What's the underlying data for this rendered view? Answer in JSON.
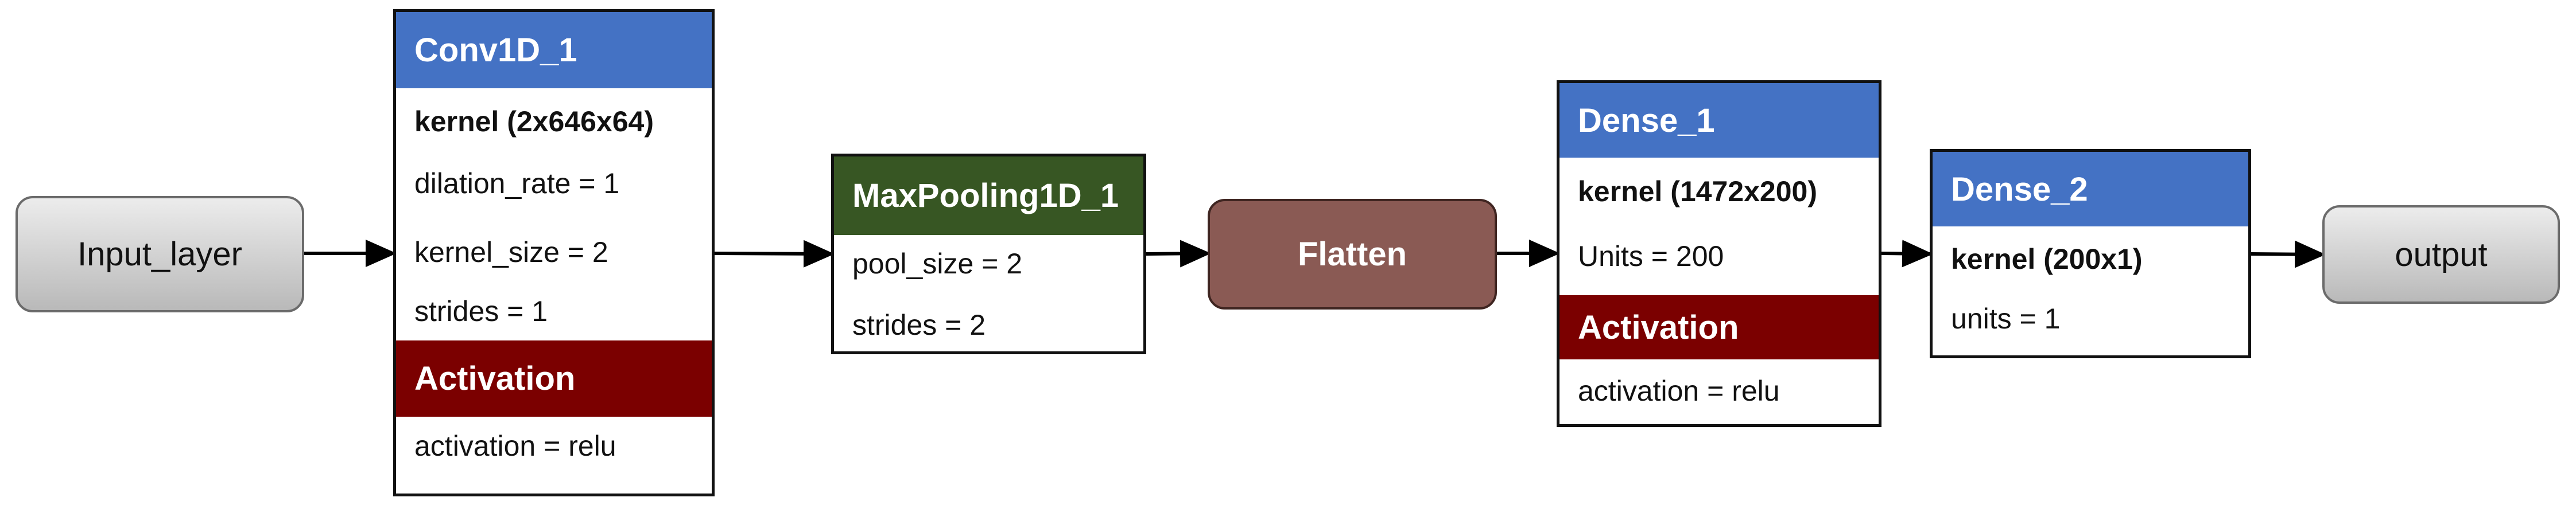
{
  "input_node": {
    "label": "Input_layer"
  },
  "output_node": {
    "label": "output"
  },
  "conv": {
    "title": "Conv1D_1",
    "kernel": "kernel (2x646x64)",
    "dilation": "dilation_rate = 1",
    "kernel_size": "kernel_size = 2",
    "strides": "strides = 1",
    "act_title": "Activation",
    "act": "activation = relu"
  },
  "pool": {
    "title": "MaxPooling1D_1",
    "pool_size": "pool_size = 2",
    "strides": "strides = 2"
  },
  "flatten": {
    "label": "Flatten"
  },
  "dense1": {
    "title": "Dense_1",
    "kernel": "kernel (1472x200)",
    "units": "Units = 200",
    "act_title": "Activation",
    "act": "activation = relu"
  },
  "dense2": {
    "title": "Dense_2",
    "kernel": "kernel (200x1)",
    "units": "units = 1"
  },
  "colors": {
    "header_blue": "#4472c4",
    "activation_red": "#7b0000",
    "pool_green": "#375623",
    "flatten_brown": "#8a5a54"
  }
}
